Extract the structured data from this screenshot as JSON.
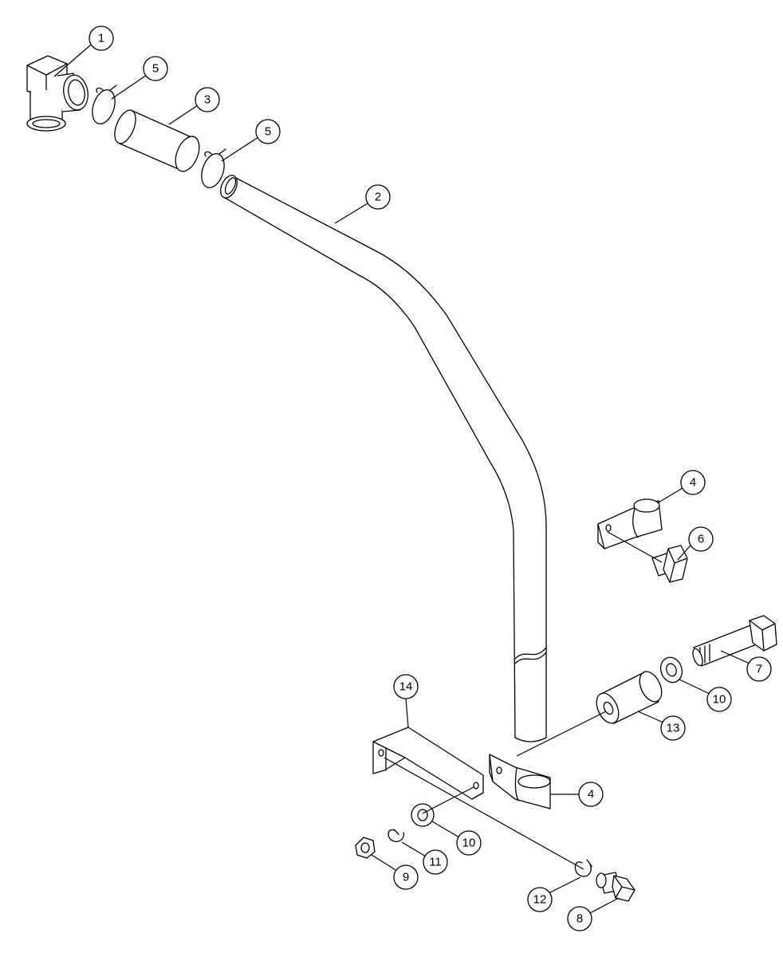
{
  "callouts": {
    "c1": "1",
    "c2": "2",
    "c3": "3",
    "c4a": "4",
    "c4b": "4",
    "c5a": "5",
    "c5b": "5",
    "c6": "6",
    "c7": "7",
    "c8": "8",
    "c9": "9",
    "c10a": "10",
    "c10b": "10",
    "c11": "11",
    "c12": "12",
    "c13": "13",
    "c14": "14"
  }
}
